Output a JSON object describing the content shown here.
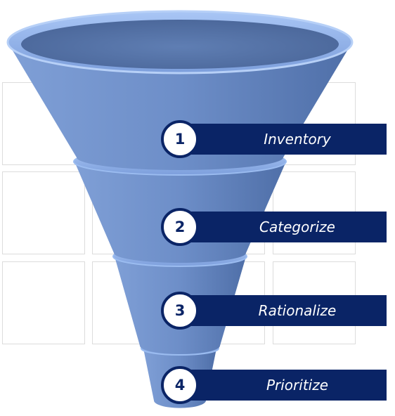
{
  "steps": [
    {
      "number": "1",
      "label": "Inventory"
    },
    {
      "number": "2",
      "label": "Categorize"
    },
    {
      "number": "3",
      "label": "Rationalize"
    },
    {
      "number": "4",
      "label": "Prioritize"
    }
  ],
  "colors": {
    "label_bar": "#0a2466",
    "funnel_body": "#6f8fc4",
    "funnel_rim": "#8fb0e8",
    "grid_border": "#dcdcdc"
  }
}
